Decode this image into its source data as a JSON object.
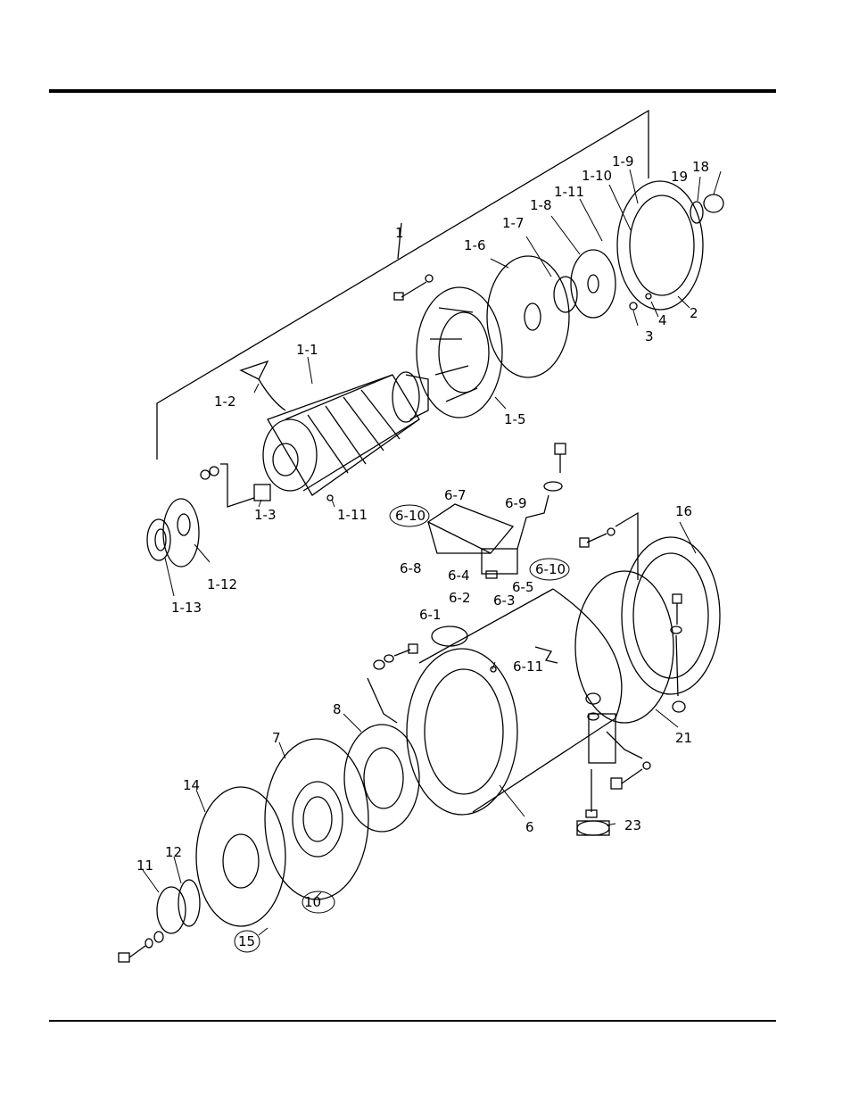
{
  "callouts": {
    "c1": "1",
    "c1_1": "1-1",
    "c1_2": "1-2",
    "c1_3": "1-3",
    "c1_5": "1-5",
    "c1_6": "1-6",
    "c1_7": "1-7",
    "c1_8": "1-8",
    "c1_9": "1-9",
    "c1_10": "1-10",
    "c1_11a": "1-11",
    "c1_11b": "1-11",
    "c1_12": "1-12",
    "c1_13": "1-13",
    "c2": "2",
    "c3": "3",
    "c4": "4",
    "c6": "6",
    "c6_1": "6-1",
    "c6_2": "6-2",
    "c6_3": "6-3",
    "c6_4": "6-4",
    "c6_5": "6-5",
    "c6_7": "6-7",
    "c6_8": "6-8",
    "c6_9": "6-9",
    "c6_10a": "6-10",
    "c6_10b": "6-10",
    "c6_11": "6-11",
    "c7": "7",
    "c8": "8",
    "c10": "10",
    "c11": "11",
    "c12": "12",
    "c14": "14",
    "c15": "15",
    "c16": "16",
    "c18": "18",
    "c19": "19",
    "c21": "21",
    "c23": "23"
  }
}
